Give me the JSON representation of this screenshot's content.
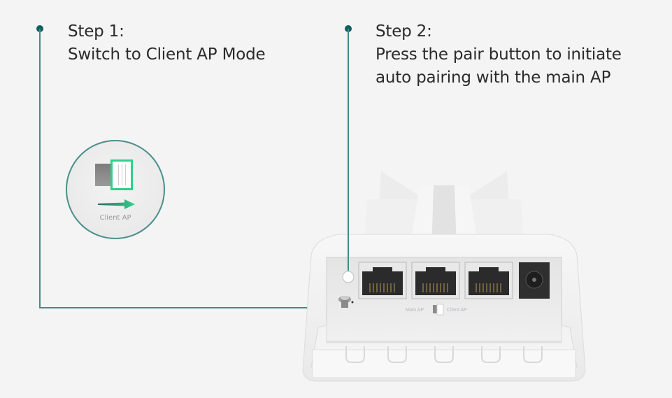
{
  "steps": [
    {
      "title": "Step 1:",
      "description": "Switch to Client AP Mode"
    },
    {
      "title": "Step 2:",
      "description_lines": [
        "Press the pair button to initiate",
        "auto pairing with the main AP"
      ]
    }
  ],
  "inset": {
    "label": "Client AP",
    "switch_state": "Client AP"
  },
  "device": {
    "ethernet_port_count": 3,
    "has_power_jack": true,
    "switch_labels": [
      "Main AP",
      "Client AP"
    ],
    "pair_button": "pair-button"
  },
  "colors": {
    "background": "#f4f4f4",
    "connector": "#3f8c88",
    "connector_dot": "#0f5e5c",
    "switch_highlight": "#2fd08a",
    "text": "#2a2a2a"
  }
}
